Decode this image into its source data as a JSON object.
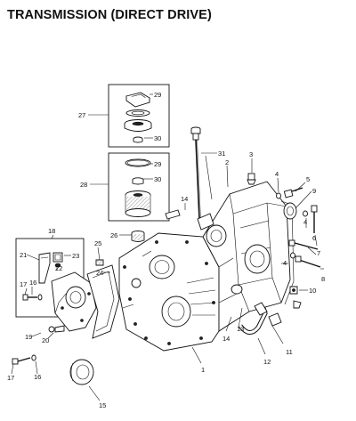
{
  "title": "TRANSMISSION (DIRECT DRIVE)",
  "callouts": [
    "1",
    "2",
    "3",
    "4",
    "5",
    "6",
    "7",
    "8",
    "9",
    "10",
    "11",
    "12",
    "13",
    "14",
    "15",
    "16",
    "17",
    "18",
    "19",
    "20",
    "21",
    "22",
    "23",
    "24",
    "25",
    "26",
    "27",
    "28",
    "29",
    "30",
    "31"
  ],
  "repeat_callouts": {
    "4b": "4",
    "4c": "4",
    "14b": "14",
    "16b": "16",
    "17b": "17",
    "29b": "29",
    "30b": "30"
  }
}
